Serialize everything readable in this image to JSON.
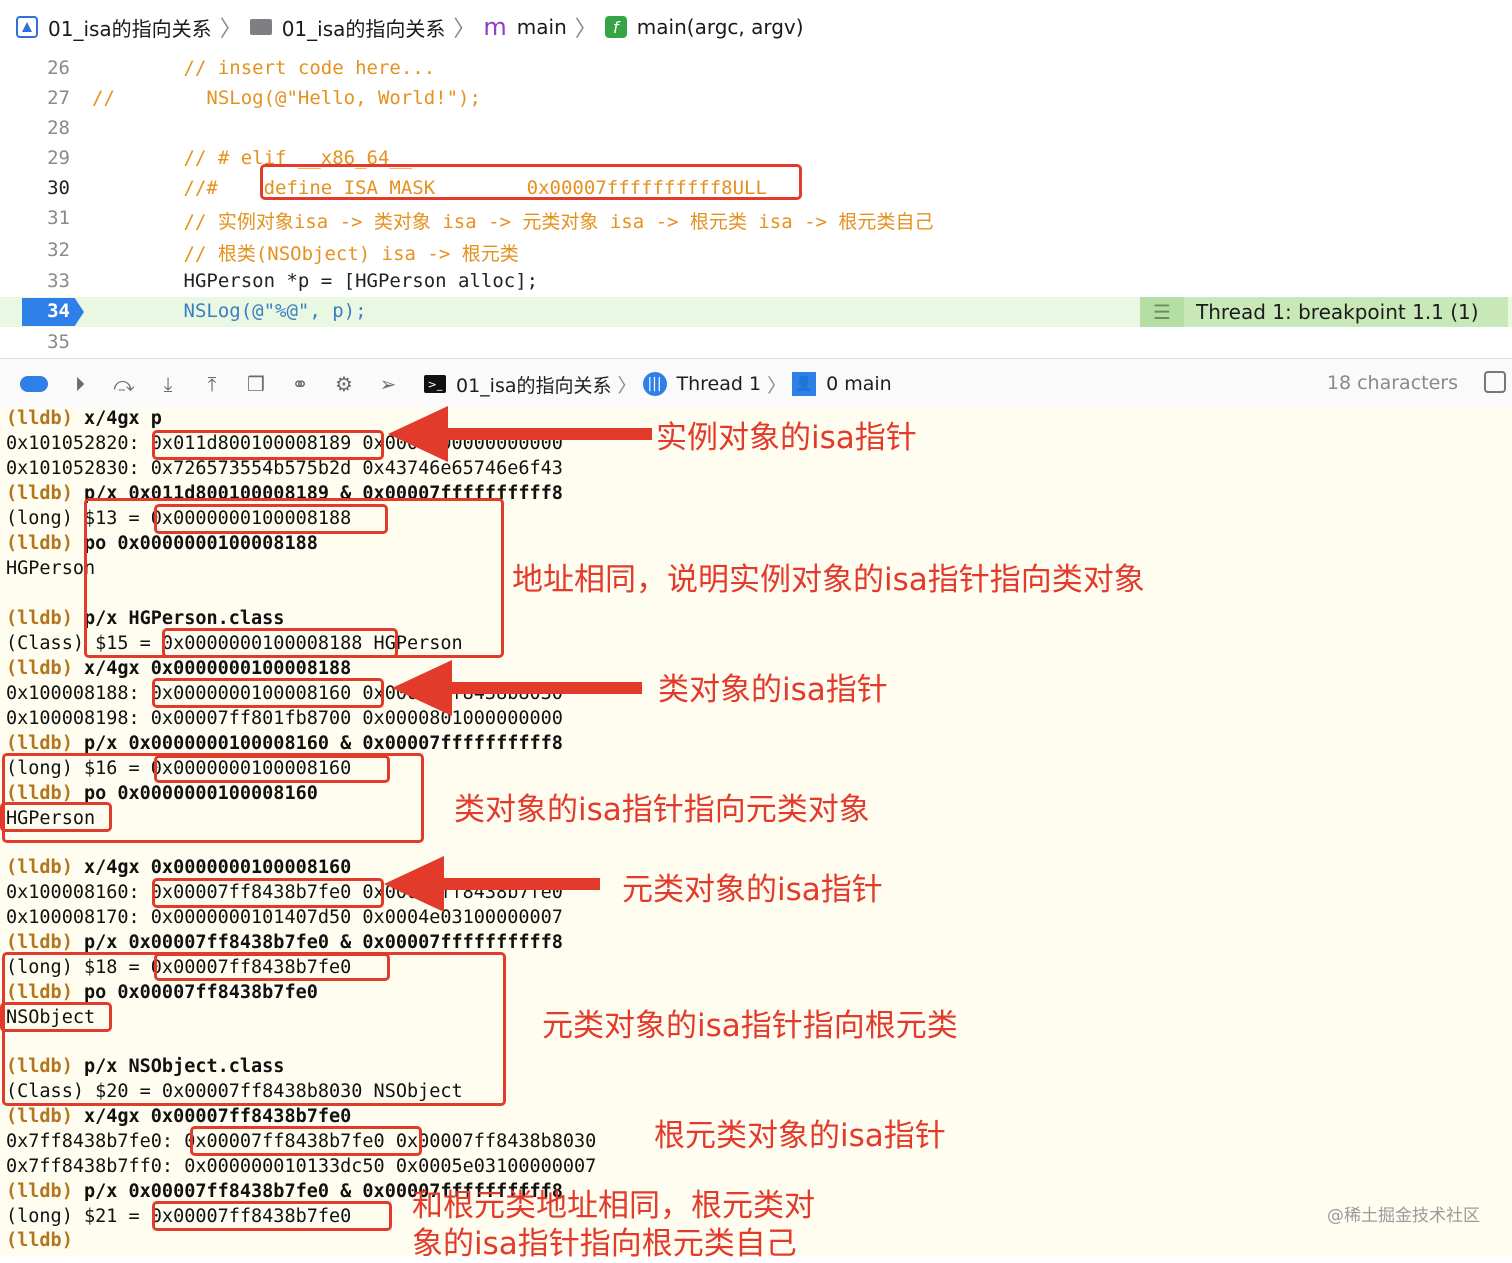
{
  "breadcrumb": {
    "project": "01_isa的指向关系",
    "folder": "01_isa的指向关系",
    "file_icon": "m",
    "file": "main",
    "func_icon": "f",
    "function": "main(argc, argv)"
  },
  "editor": {
    "lines": [
      {
        "num": "26",
        "code": "        // insert code here..."
      },
      {
        "num": "27",
        "code": "//        NSLog(@\"Hello, World!\");"
      },
      {
        "num": "28",
        "code": ""
      },
      {
        "num": "29",
        "code": "        // # elif __x86_64__"
      },
      {
        "num": "30",
        "code": "        //#    define ISA_MASK        0x00007ffffffffff8ULL"
      },
      {
        "num": "31",
        "code": "        // 实例对象isa -> 类对象 isa -> 元类对象 isa -> 根元类 isa -> 根元类自己"
      },
      {
        "num": "32",
        "code": "        // 根类(NSObject) isa -> 根元类"
      },
      {
        "num": "33",
        "code": "        HGPerson *p = [HGPerson alloc];"
      },
      {
        "num": "34",
        "code": "        NSLog(@\"%@\", p);"
      },
      {
        "num": "35",
        "code": ""
      }
    ],
    "breakpoint_badge": "Thread 1: breakpoint 1.1 (1)"
  },
  "debug_bar": {
    "process": "01_isa的指向关系",
    "thread": "Thread 1",
    "frame": "0 main",
    "char_count": "18 characters"
  },
  "console": {
    "lines": [
      {
        "prompt": "(lldb)",
        "text": " x/4gx p",
        "cmd": true
      },
      {
        "text": "0x101052820: 0x011d800100008189 0x0000000000000000"
      },
      {
        "text": "0x101052830: 0x726573554b575b2d 0x43746e65746e6f43"
      },
      {
        "prompt": "(lldb)",
        "text": " p/x 0x011d800100008189 & 0x00007ffffffffff8",
        "cmd": true
      },
      {
        "text": "(long) $13 = 0x0000000100008188"
      },
      {
        "prompt": "(lldb)",
        "text": " po 0x0000000100008188",
        "cmd": true
      },
      {
        "text": "HGPerson"
      },
      {
        "text": ""
      },
      {
        "prompt": "(lldb)",
        "text": " p/x HGPerson.class",
        "cmd": true
      },
      {
        "text": "(Class) $15 = 0x0000000100008188 HGPerson"
      },
      {
        "prompt": "(lldb)",
        "text": " x/4gx 0x0000000100008188",
        "cmd": true
      },
      {
        "text": "0x100008188: 0x0000000100008160 0x00007ff8438b8030"
      },
      {
        "text": "0x100008198: 0x00007ff801fb8700 0x0000801000000000"
      },
      {
        "prompt": "(lldb)",
        "text": " p/x 0x0000000100008160 & 0x00007ffffffffff8",
        "cmd": true
      },
      {
        "text": "(long) $16 = 0x0000000100008160"
      },
      {
        "prompt": "(lldb)",
        "text": " po 0x0000000100008160",
        "cmd": true
      },
      {
        "text": "HGPerson"
      },
      {
        "text": ""
      },
      {
        "prompt": "(lldb)",
        "text": " x/4gx 0x0000000100008160",
        "cmd": true
      },
      {
        "text": "0x100008160: 0x00007ff8438b7fe0 0x00007ff8438b7fe0"
      },
      {
        "text": "0x100008170: 0x0000000101407d50 0x0004e03100000007"
      },
      {
        "prompt": "(lldb)",
        "text": " p/x 0x00007ff8438b7fe0 & 0x00007ffffffffff8",
        "cmd": true
      },
      {
        "text": "(long) $18 = 0x00007ff8438b7fe0"
      },
      {
        "prompt": "(lldb)",
        "text": " po 0x00007ff8438b7fe0",
        "cmd": true
      },
      {
        "text": "NSObject"
      },
      {
        "text": ""
      },
      {
        "prompt": "(lldb)",
        "text": " p/x NSObject.class",
        "cmd": true
      },
      {
        "text": "(Class) $20 = 0x00007ff8438b8030 NSObject"
      },
      {
        "prompt": "(lldb)",
        "text": " x/4gx 0x00007ff8438b7fe0",
        "cmd": true
      },
      {
        "text": "0x7ff8438b7fe0: 0x00007ff8438b7fe0 0x00007ff8438b8030"
      },
      {
        "text": "0x7ff8438b7ff0: 0x000000010133dc50 0x0005e03100000007"
      },
      {
        "prompt": "(lldb)",
        "text": " p/x 0x00007ff8438b7fe0 & 0x00007ffffffffff8",
        "cmd": true
      },
      {
        "text": "(long) $21 = 0x00007ff8438b7fe0"
      },
      {
        "prompt": "(lldb)",
        "text": "",
        "cmd": true
      }
    ]
  },
  "annotations": {
    "a1": "实例对象的isa指针",
    "a2": "地址相同，说明实例对象的isa指针指向类对象",
    "a3": "类对象的isa指针",
    "a4": "类对象的isa指针指向元类对象",
    "a5": "元类对象的isa指针",
    "a6": "元类对象的isa指针指向根元类",
    "a7": "根元类对象的isa指针",
    "a8_line1": "和根元类地址相同，根元类对",
    "a8_line2": "象的isa指针指向根元类自己"
  },
  "watermark": "@稀土掘金技术社区",
  "colors": {
    "annotation_red": "#e23a2b",
    "breakpoint_blue": "#2f7fe8",
    "comment_orange": "#e5911e",
    "console_bg": "#fefdf0"
  }
}
